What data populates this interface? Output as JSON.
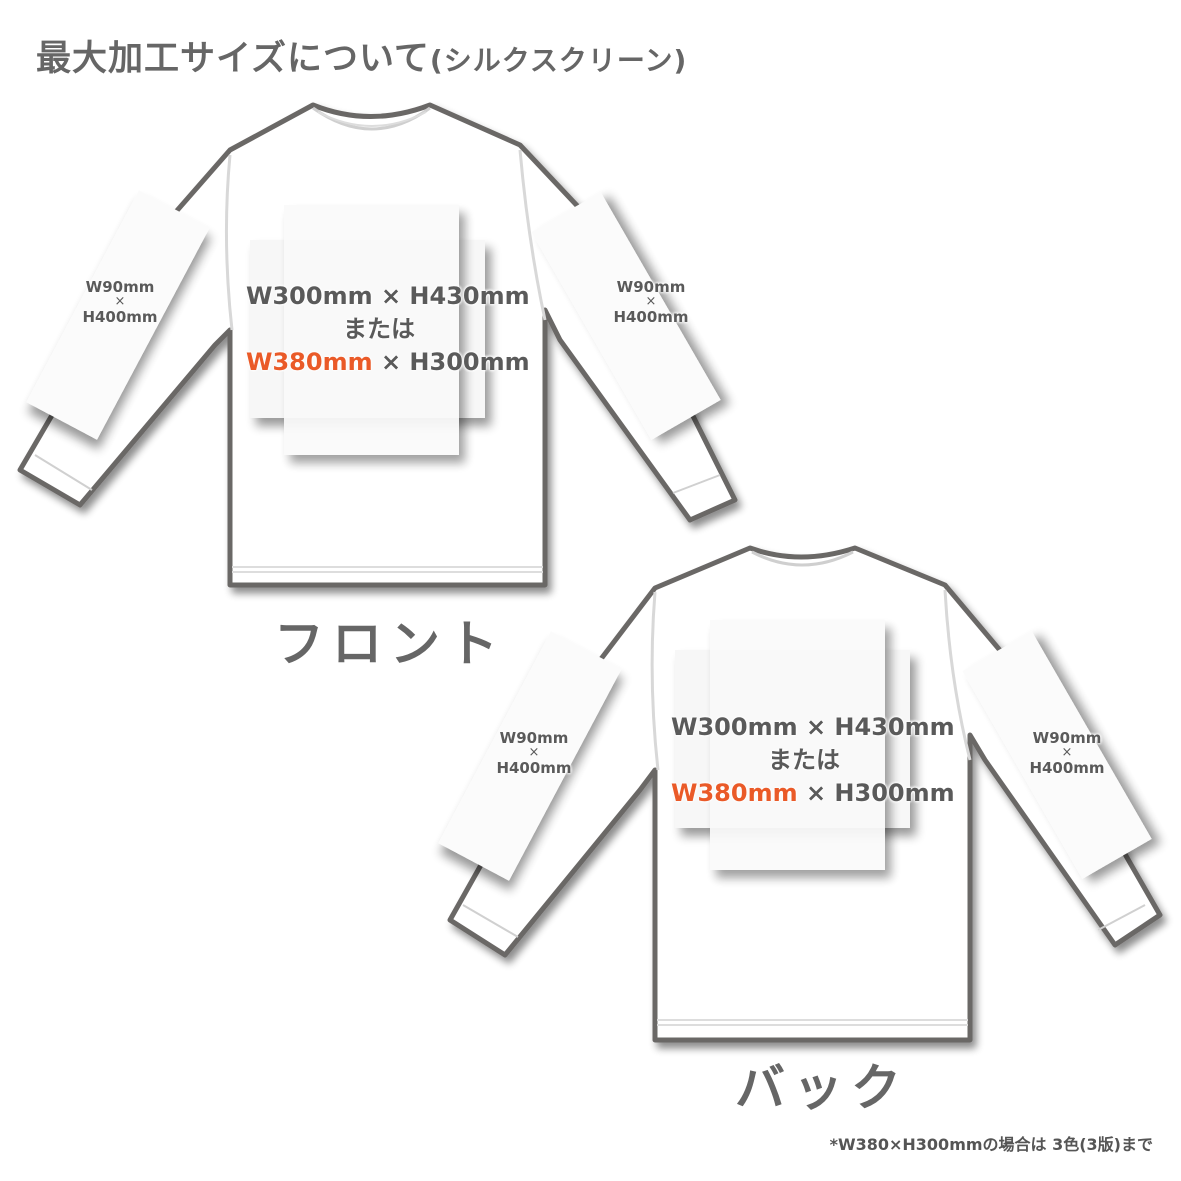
{
  "header": {
    "title": "最大加工サイズについて",
    "subtitle": "(シルクスクリーン)"
  },
  "colors": {
    "text": "#666666",
    "accent": "#ea5a28",
    "outline": "#6b6766"
  },
  "front": {
    "label": "フロント",
    "body_print": {
      "line1": "W300mm × H430mm",
      "line2": "または",
      "line3_accent": "W380mm",
      "line3_rest": "× H300mm"
    },
    "left_sleeve": {
      "w": "W90mm",
      "x": "×",
      "h": "H400mm"
    },
    "right_sleeve": {
      "w": "W90mm",
      "x": "×",
      "h": "H400mm"
    }
  },
  "back": {
    "label": "バック",
    "body_print": {
      "line1": "W300mm × H430mm",
      "line2": "または",
      "line3_accent": "W380mm",
      "line3_rest": "× H300mm"
    },
    "left_sleeve": {
      "w": "W90mm",
      "x": "×",
      "h": "H400mm"
    },
    "right_sleeve": {
      "w": "W90mm",
      "x": "×",
      "h": "H400mm"
    }
  },
  "footnote": "*W380×H300mmの場合は 3色(3版)まで"
}
